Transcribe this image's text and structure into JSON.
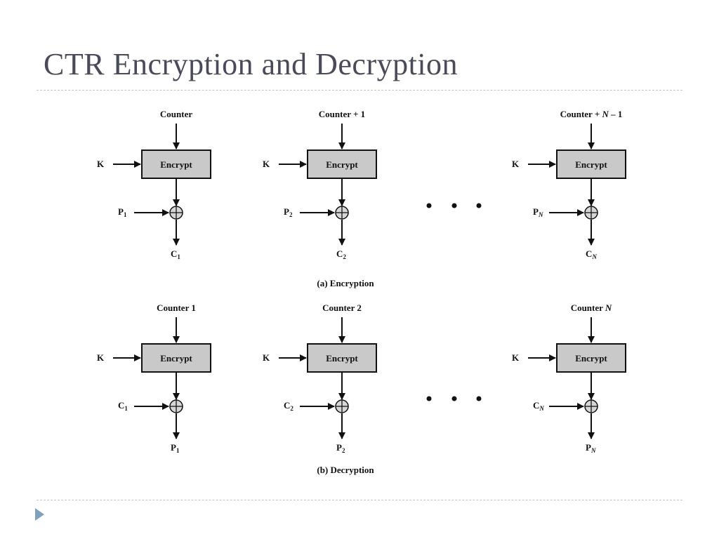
{
  "slide": {
    "title": "CTR Encryption and Decryption"
  },
  "encryption": {
    "caption": "(a) Encryption",
    "stages": [
      {
        "counter": "Counter",
        "counter_italic": "",
        "counter_suffix": "",
        "key": "K",
        "box": "Encrypt",
        "input": "P",
        "input_sub": "1",
        "output": "C",
        "output_sub": "1"
      },
      {
        "counter": "Counter + 1",
        "counter_italic": "",
        "counter_suffix": "",
        "key": "K",
        "box": "Encrypt",
        "input": "P",
        "input_sub": "2",
        "output": "C",
        "output_sub": "2"
      },
      {
        "counter": "Counter + ",
        "counter_italic": "N",
        "counter_suffix": " – 1",
        "key": "K",
        "box": "Encrypt",
        "input": "P",
        "input_sub": "N",
        "output": "C",
        "output_sub": "N"
      }
    ]
  },
  "decryption": {
    "caption": "(b) Decryption",
    "stages": [
      {
        "counter": "Counter 1",
        "counter_italic": "",
        "counter_suffix": "",
        "key": "K",
        "box": "Encrypt",
        "input": "C",
        "input_sub": "1",
        "output": "P",
        "output_sub": "1"
      },
      {
        "counter": "Counter 2",
        "counter_italic": "",
        "counter_suffix": "",
        "key": "K",
        "box": "Encrypt",
        "input": "C",
        "input_sub": "2",
        "output": "P",
        "output_sub": "2"
      },
      {
        "counter": "Counter ",
        "counter_italic": "N",
        "counter_suffix": "",
        "key": "K",
        "box": "Encrypt",
        "input": "C",
        "input_sub": "N",
        "output": "P",
        "output_sub": "N"
      }
    ]
  }
}
